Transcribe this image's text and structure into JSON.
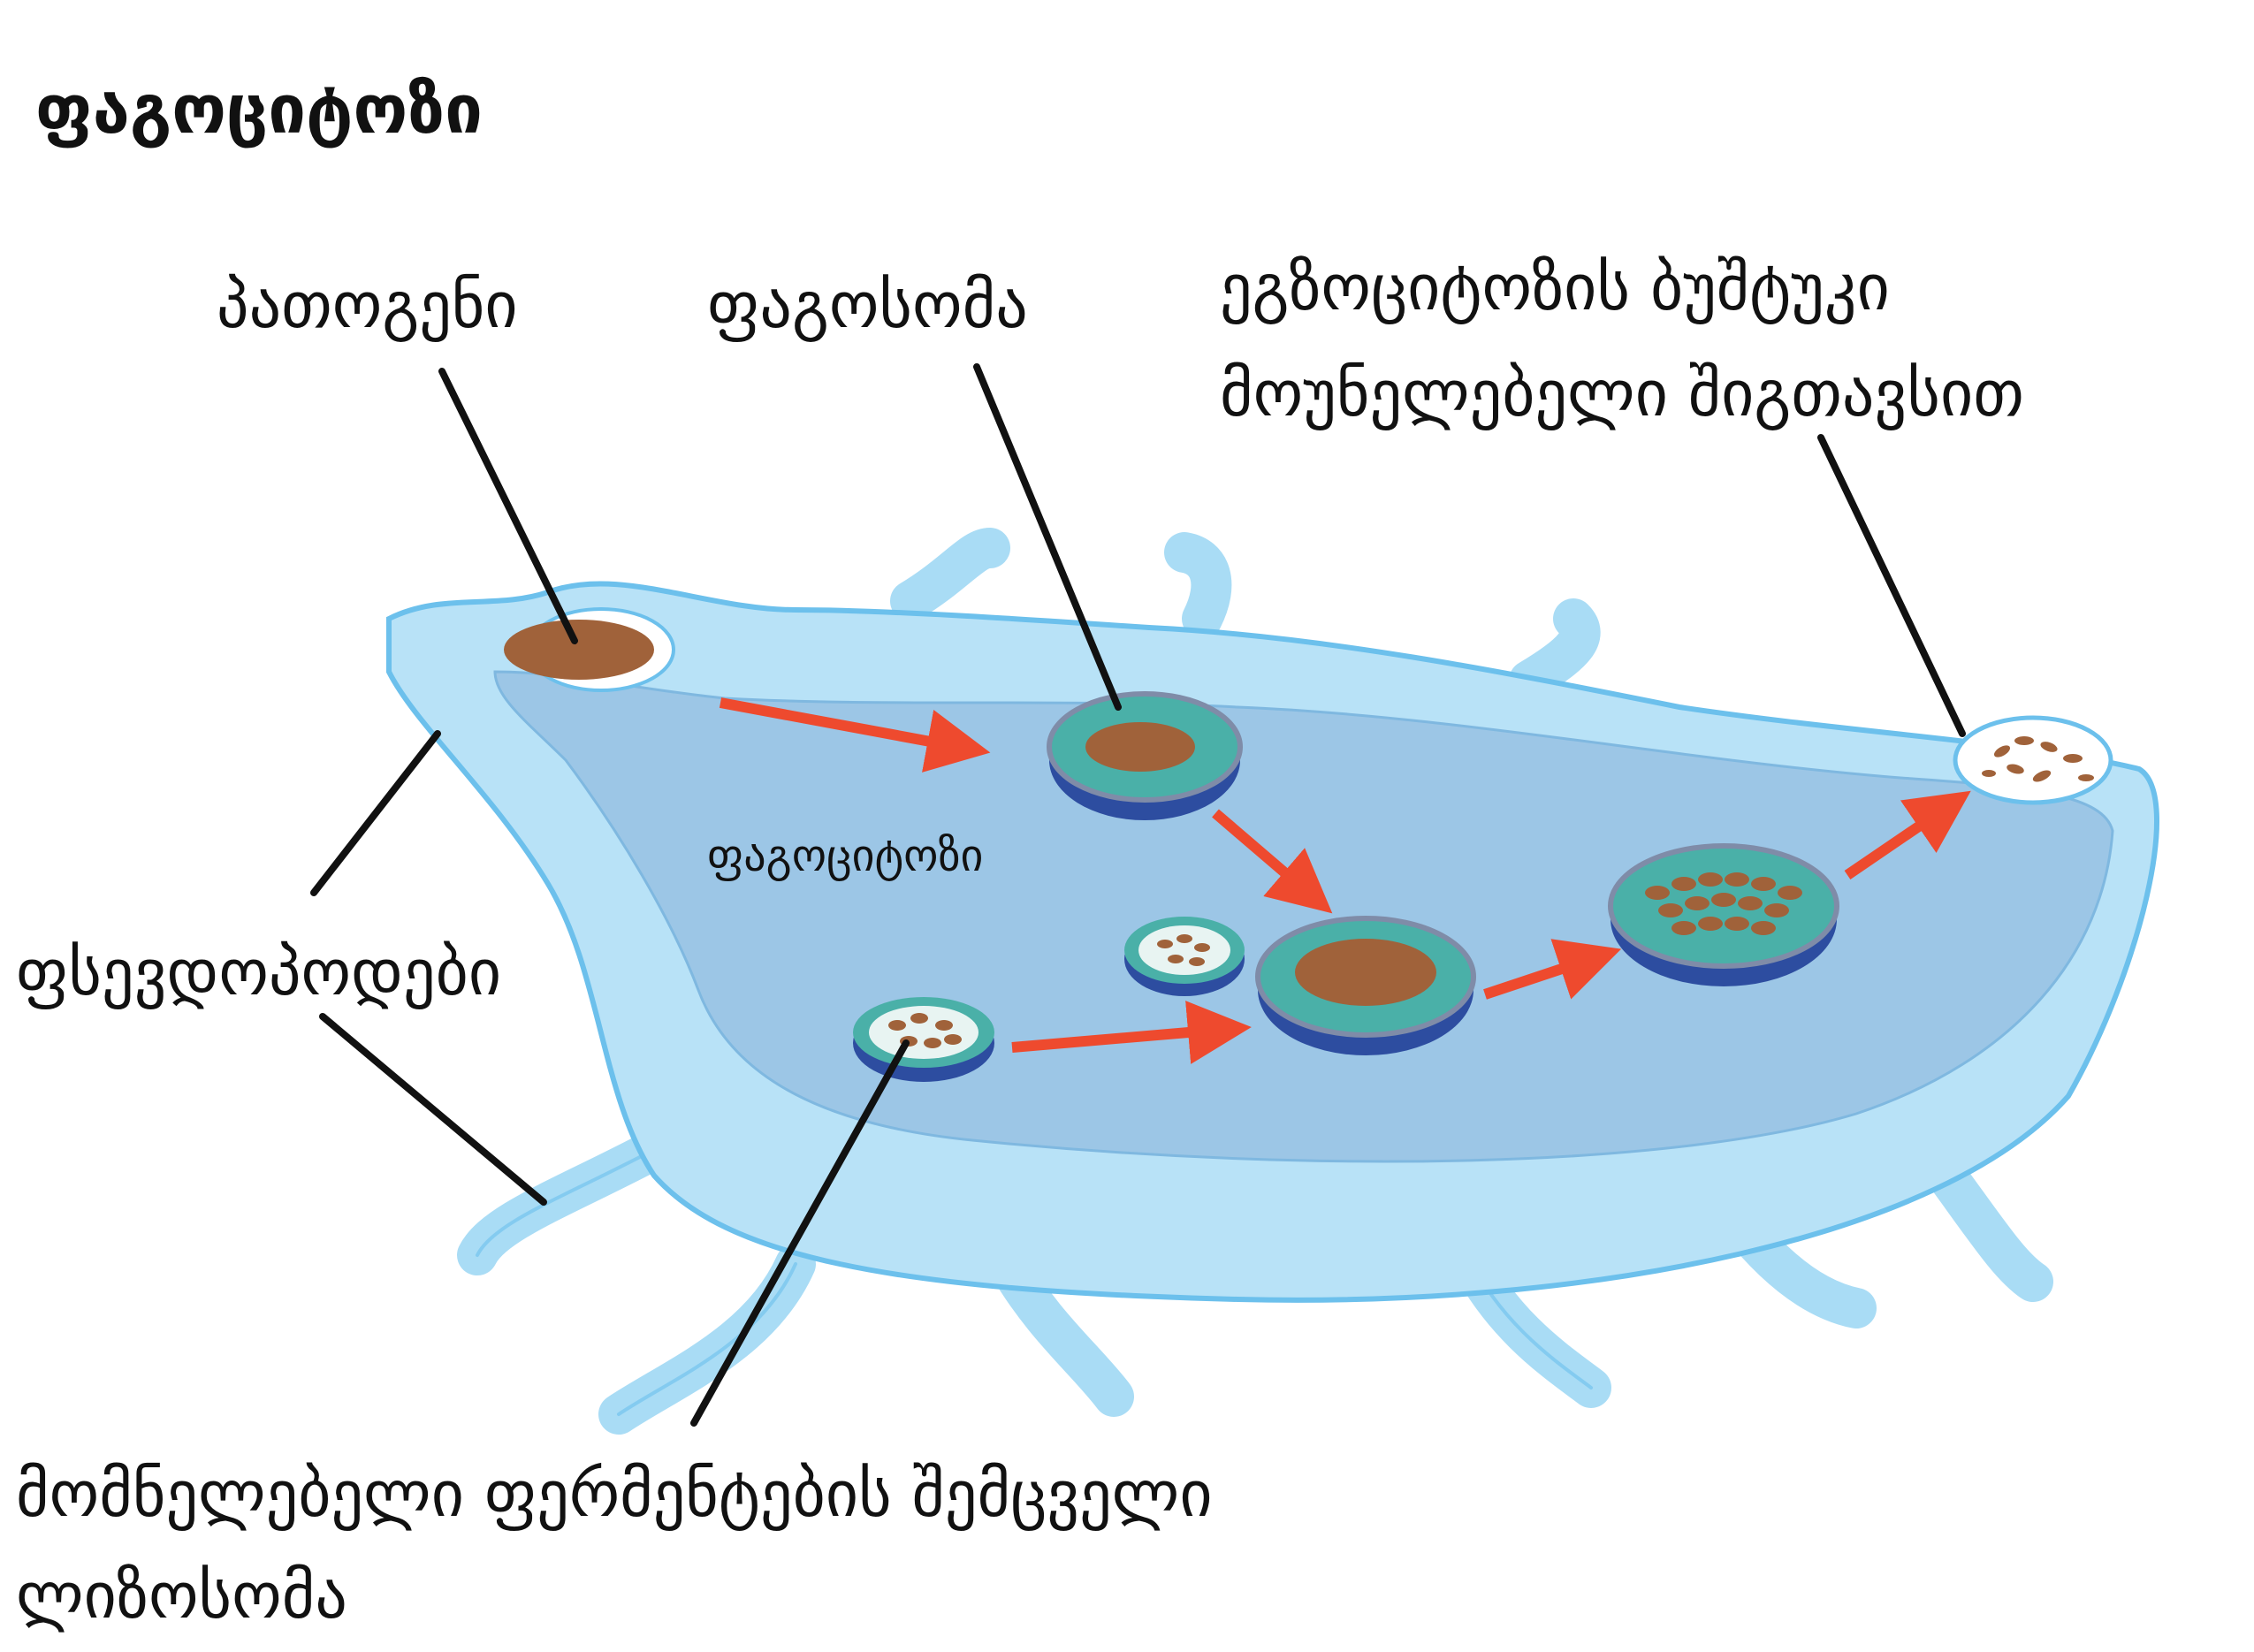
{
  "title": "ფაგოციტოზი",
  "labels": {
    "pathogen": "პათოგენი",
    "phagosome": "ფაგოსომა",
    "exocytosis_line1": "ეგზოციტოზის ბუშტუკი",
    "exocytosis_line2": "მოუნელებელი შიგთავსით",
    "pseudopods": "ფსევდოპოდები",
    "phagocytosis_inner": "ფაგოციტოზი",
    "lysosome_line1": "მომნელებელი ფერმენტების შემცველი",
    "lysosome_line2": "ლიზოსომა"
  },
  "colors": {
    "membrane_outer": "#a9dcf5",
    "membrane_edge": "#6cc0ec",
    "cytoplasm": "#9cc6e6",
    "vesicle_teal": "#4ab0a8",
    "vesicle_blue": "#2d4da0",
    "pathogen": "#a0623a",
    "arrow": "#ee4a2e",
    "leader": "#111111"
  }
}
